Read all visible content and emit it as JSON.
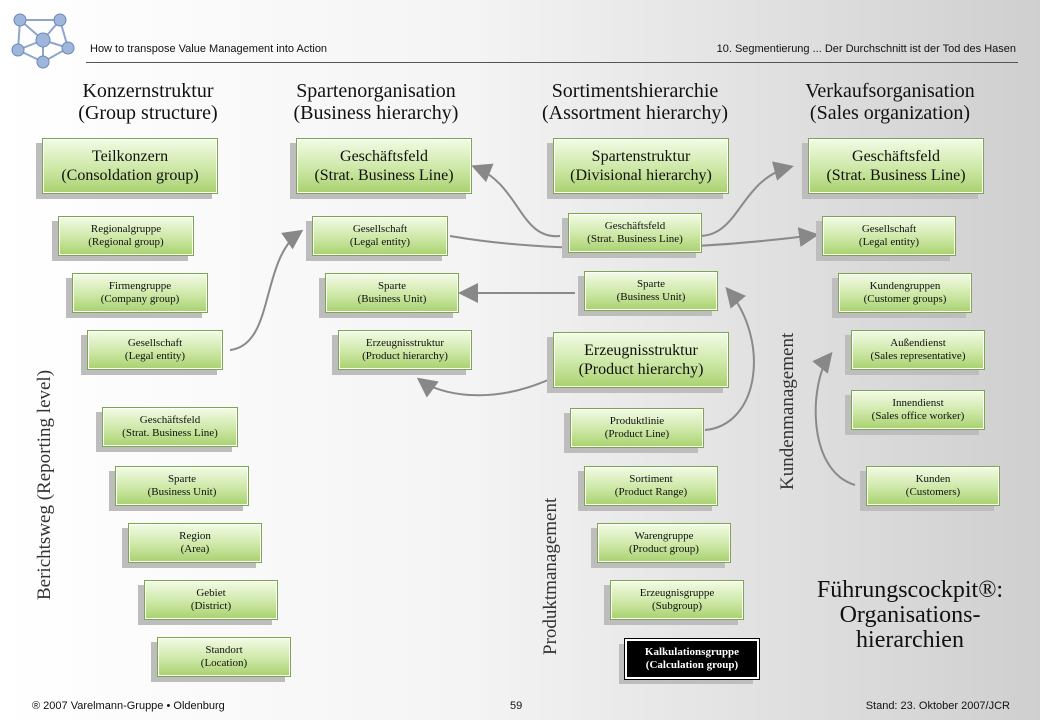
{
  "header": {
    "left": "How to transpose Value Management into Action",
    "right": "10. Segmentierung ... Der Durchschnitt ist der Tod des Hasen"
  },
  "columns": [
    {
      "title_de": "Konzernstruktur",
      "title_en": "(Group structure)"
    },
    {
      "title_de": "Spartenorganisation",
      "title_en": "(Business hierarchy)"
    },
    {
      "title_de": "Sortimentshierarchie",
      "title_en": "(Assortment hierarchy)"
    },
    {
      "title_de": "Verkaufsorganisation",
      "title_en": "(Sales organization)"
    }
  ],
  "group": [
    {
      "de": "Teilkonzern",
      "en": "(Consoldation group)"
    },
    {
      "de": "Regionalgruppe",
      "en": "(Regional group)"
    },
    {
      "de": "Firmengruppe",
      "en": "(Company group)"
    },
    {
      "de": "Gesellschaft",
      "en": "(Legal entity)"
    },
    {
      "de": "Geschäftsfeld",
      "en": "(Strat. Business Line)"
    },
    {
      "de": "Sparte",
      "en": "(Business Unit)"
    },
    {
      "de": "Region",
      "en": "(Area)"
    },
    {
      "de": "Gebiet",
      "en": "(District)"
    },
    {
      "de": "Standort",
      "en": "(Location)"
    }
  ],
  "business": [
    {
      "de": "Geschäftsfeld",
      "en": "(Strat. Business Line)"
    },
    {
      "de": "Gesellschaft",
      "en": "(Legal entity)"
    },
    {
      "de": "Sparte",
      "en": "(Business Unit)"
    },
    {
      "de": "Erzeugnisstruktur",
      "en": "(Product hierarchy)"
    }
  ],
  "assortment": [
    {
      "de": "Spartenstruktur",
      "en": "(Divisional hierarchy)"
    },
    {
      "de": "Geschäftsfeld",
      "en": "(Strat. Business Line)"
    },
    {
      "de": "Sparte",
      "en": "(Business Unit)"
    },
    {
      "de": "Erzeugnisstruktur",
      "en": "(Product hierarchy)"
    },
    {
      "de": "Produktlinie",
      "en": "(Product Line)"
    },
    {
      "de": "Sortiment",
      "en": "(Product Range)"
    },
    {
      "de": "Warengruppe",
      "en": "(Product group)"
    },
    {
      "de": "Erzeugnisgruppe",
      "en": "(Subgroup)"
    },
    {
      "de": "Kalkulationsgruppe",
      "en": "(Calculation group)"
    }
  ],
  "sales": [
    {
      "de": "Geschäftsfeld",
      "en": "(Strat. Business Line)"
    },
    {
      "de": "Gesellschaft",
      "en": "(Legal entity)"
    },
    {
      "de": "Kundengruppen",
      "en": "(Customer groups)"
    },
    {
      "de": "Außendienst",
      "en": "(Sales representative)"
    },
    {
      "de": "Innendienst",
      "en": "(Sales office worker)"
    },
    {
      "de": "Kunden",
      "en": "(Customers)"
    }
  ],
  "vertical_labels": {
    "reporting": "Berichtsweg (Reporting level)",
    "product": "Produktmanagement",
    "customer": "Kundenmanagement"
  },
  "cockpit": {
    "line1": "Führungscockpit®:",
    "line2": "Organisations-",
    "line3": "hierarchien"
  },
  "footer": {
    "left": "® 2007 Varelmann-Gruppe • Oldenburg",
    "page": "59",
    "right": "Stand:  23. Oktober 2007/JCR"
  }
}
